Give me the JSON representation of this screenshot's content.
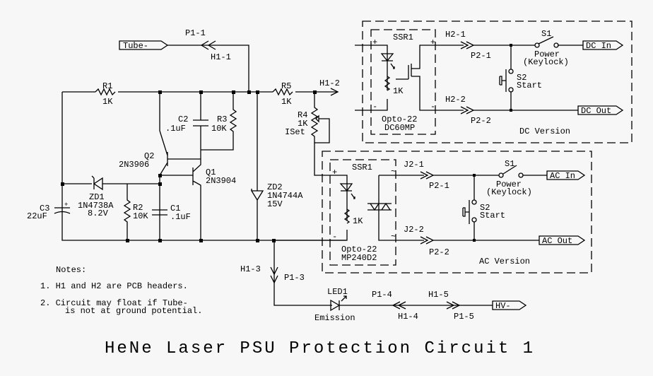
{
  "title": "HeNe Laser PSU Protection Circuit 1",
  "connectors": {
    "tube_minus": "Tube-",
    "hv_minus": "HV-",
    "dc_in": "DC In",
    "dc_out": "DC Out",
    "ac_in": "AC In",
    "ac_out": "AC Out"
  },
  "pins": {
    "p1_1": "P1-1",
    "h1_1": "H1-1",
    "h1_2": "H1-2",
    "h1_3": "H1-3",
    "p1_3": "P1-3",
    "p1_4": "P1-4",
    "h1_4": "H1-4",
    "h1_5": "H1-5",
    "p1_5": "P1-5",
    "dc_h2_1": "H2-1",
    "dc_p2_1": "P2-1",
    "dc_h2_2": "H2-2",
    "dc_p2_2": "P2-2",
    "ac_j2_1": "J2-1",
    "ac_p2_1": "P2-1",
    "ac_j2_2": "J2-2",
    "ac_p2_2": "P2-2"
  },
  "components": {
    "r1": {
      "ref": "R1",
      "value": "1K"
    },
    "r2": {
      "ref": "R2",
      "value": "10K"
    },
    "r3": {
      "ref": "R3",
      "value": "10K"
    },
    "r4": {
      "ref": "R4",
      "value": "1K",
      "note": "ISet"
    },
    "r5": {
      "ref": "R5",
      "value": "1K"
    },
    "c1": {
      "ref": "C1",
      "value": ".1uF"
    },
    "c2": {
      "ref": "C2",
      "value": ".1uF"
    },
    "c3": {
      "ref": "C3",
      "value": "22uF"
    },
    "q1": {
      "ref": "Q1",
      "value": "2N3904"
    },
    "q2": {
      "ref": "Q2",
      "value": "2N3906"
    },
    "zd1": {
      "ref": "ZD1",
      "part": "1N4738A",
      "value": "8.2V"
    },
    "zd2": {
      "ref": "ZD2",
      "part": "1N4744A",
      "value": "15V"
    },
    "led1": {
      "ref": "LED1",
      "note": "Emission"
    }
  },
  "dc_version": {
    "label": "DC Version",
    "ssr": {
      "ref": "SSR1",
      "mfr": "Opto-22",
      "part": "DC60MP",
      "r_value": "1K",
      "plus": "+",
      "minus": "-"
    },
    "s1": {
      "ref": "S1",
      "label1": "Power",
      "label2": "(Keylock)"
    },
    "s2": {
      "ref": "S2",
      "label": "Start"
    }
  },
  "ac_version": {
    "label": "AC Version",
    "ssr": {
      "ref": "SSR1",
      "mfr": "Opto-22",
      "part": "MP240D2",
      "r_value": "1K",
      "plus": "+",
      "minus": "-",
      "tilde": "~"
    },
    "s1": {
      "ref": "S1",
      "label1": "Power",
      "label2": "(Keylock)"
    },
    "s2": {
      "ref": "S2",
      "label": "Start"
    }
  },
  "notes": {
    "heading": "Notes:",
    "items": [
      "1. H1 and H2 are PCB headers.",
      "2. Circuit may float if Tube-",
      "is not at ground potential."
    ]
  }
}
